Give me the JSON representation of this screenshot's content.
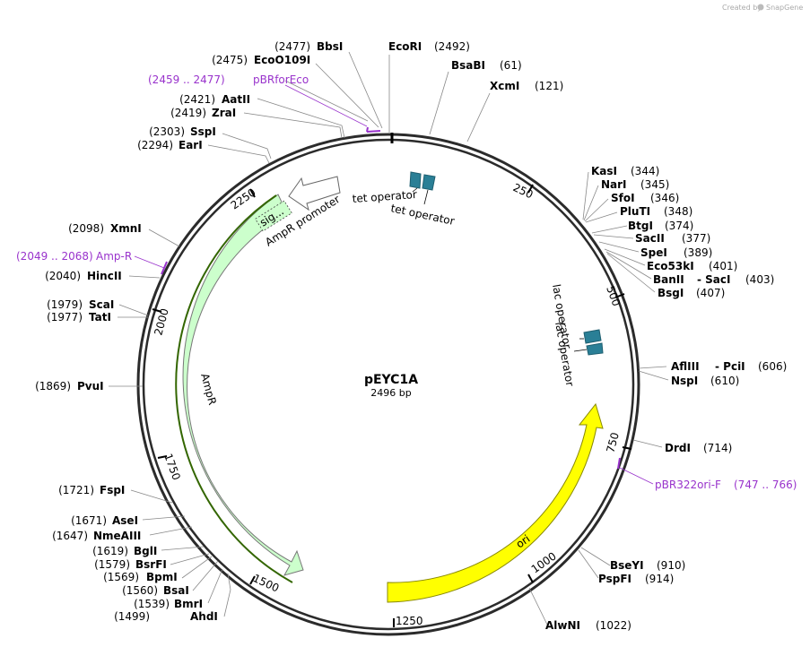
{
  "credit": {
    "prefix": "Created by",
    "brand": "SnapGene"
  },
  "plasmid": {
    "name": "pEYC1A",
    "length_label": "2496 bp",
    "length": 2496
  },
  "ticks": [
    "250",
    "500",
    "750",
    "1000",
    "1250",
    "1500",
    "1750",
    "2000",
    "2250"
  ],
  "enzymes": [
    {
      "name": "EcoRI",
      "pos": "(2492)"
    },
    {
      "name": "BsaBI",
      "pos": "(61)"
    },
    {
      "name": "XcmI",
      "pos": "(121)"
    },
    {
      "name": "KasI",
      "pos": "(344)"
    },
    {
      "name": "NarI",
      "pos": "(345)"
    },
    {
      "name": "SfoI",
      "pos": "(346)"
    },
    {
      "name": "PluTI",
      "pos": "(348)"
    },
    {
      "name": "BtgI",
      "pos": "(374)"
    },
    {
      "name": "SacII",
      "pos": "(377)"
    },
    {
      "name": "SpeI",
      "pos": "(389)"
    },
    {
      "name": "Eco53kI",
      "pos": "(401)"
    },
    {
      "name": "BanII",
      "pos": ""
    },
    {
      "name": "- SacI",
      "pos": "(403)"
    },
    {
      "name": "BsgI",
      "pos": "(407)"
    },
    {
      "name": "AflIII",
      "pos": ""
    },
    {
      "name": "- PciI",
      "pos": "(606)"
    },
    {
      "name": "NspI",
      "pos": "(610)"
    },
    {
      "name": "DrdI",
      "pos": "(714)"
    },
    {
      "name": "BseYI",
      "pos": "(910)"
    },
    {
      "name": "PspFI",
      "pos": "(914)"
    },
    {
      "name": "AlwNI",
      "pos": "(1022)"
    },
    {
      "name": "AhdI",
      "pos": "(1499)"
    },
    {
      "name": "BmrI",
      "pos": "(1539)"
    },
    {
      "name": "BsaI",
      "pos": "(1560)"
    },
    {
      "name": "BpmI",
      "pos": "(1569)"
    },
    {
      "name": "BsrFI",
      "pos": "(1579)"
    },
    {
      "name": "BglI",
      "pos": "(1619)"
    },
    {
      "name": "NmeAIII",
      "pos": "(1647)"
    },
    {
      "name": "AseI",
      "pos": "(1671)"
    },
    {
      "name": "FspI",
      "pos": "(1721)"
    },
    {
      "name": "PvuI",
      "pos": "(1869)"
    },
    {
      "name": "TatI",
      "pos": "(1977)"
    },
    {
      "name": "ScaI",
      "pos": "(1979)"
    },
    {
      "name": "HincII",
      "pos": "(2040)"
    },
    {
      "name": "XmnI",
      "pos": "(2098)"
    },
    {
      "name": "EarI",
      "pos": "(2294)"
    },
    {
      "name": "SspI",
      "pos": "(2303)"
    },
    {
      "name": "ZraI",
      "pos": "(2419)"
    },
    {
      "name": "AatII",
      "pos": "(2421)"
    },
    {
      "name": "EcoO109I",
      "pos": "(2475)"
    },
    {
      "name": "BbsI",
      "pos": "(2477)"
    }
  ],
  "primers": [
    {
      "name": "pBRforEco",
      "range": "(2459 .. 2477)"
    },
    {
      "name": "Amp-R",
      "range": "(2049 .. 2068)"
    },
    {
      "name": "pBR322ori-F",
      "range": "(747 .. 766)"
    }
  ],
  "features": {
    "tet_operator_1": "tet operator",
    "tet_operator_2": "tet operator",
    "lac_operator_1": "lac operator",
    "lac_operator_2": "lac operator",
    "ampr_promoter": "AmpR promoter",
    "ampr": "AmpR",
    "signal": "sig...",
    "ori": "ori"
  },
  "colors": {
    "ampr_fill": "#ccffcc",
    "ori_fill": "#ffff00",
    "operator_fill": "#2a7f96",
    "primer": "#9933cc",
    "signal_line": "#336600"
  }
}
